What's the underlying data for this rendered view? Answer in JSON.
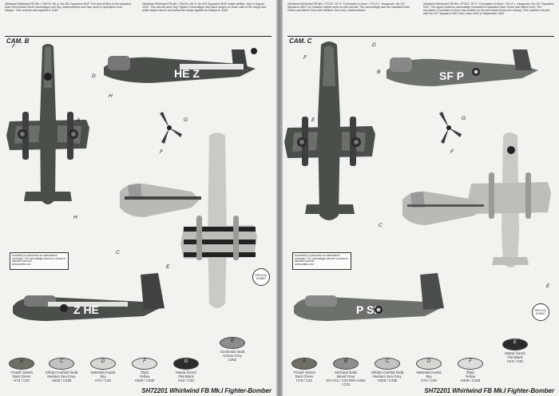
{
  "pages": [
    {
      "camo_label": "CAM. B",
      "desc_left": "Westland Whirlwind FB Mk.I, P6974, HE-Z, No.263 Squadron RAF. The aircraft flew in the standard Dark Green/Dark Earth camouflage with Sky undersurfaces and was used in operations over Dieppe. This scheme was applied in 1942.",
      "desc_right": "Westland Whirlwind FB Mk.I, P6974, HE-Z, No.263 Squadron RAF, Angle airfield, July or August 1942. This aircraft wore Day Fighter Camouflage with black stripes on lower side of the wings and white stripes above and below the wings applied for Dieppe in 1942.",
      "code_top": "HE Z",
      "code_bottom": "Z HE",
      "sku": "SH72201 Whirlwind FB Mk.I Fighter-Bomber",
      "note": "Kamufláž je vyobrazena ve standardním schématu. The camouflage scheme is shown in standard scheme.",
      "url": "www.smkits.com",
      "logo_text": "SPECIAL HOBBY",
      "swatches": [
        {
          "letter": "A",
          "name_cz": "Tmavě zelená",
          "name_en": "Dark Green",
          "code": "H73 / C23",
          "color": "#6e6e66"
        },
        {
          "letter": "B",
          "name_cz": "Oceánská šedá",
          "name_en": "Ocean Grey",
          "code": "C362",
          "color": "#8c8c8c"
        },
        {
          "letter": "C",
          "name_cz": "Střední mořská šedá",
          "name_en": "Medium Sea Grey",
          "code": "H335 / C335",
          "color": "#c2c2c2"
        },
        {
          "letter": "D",
          "name_cz": "Nebeská modrá",
          "name_en": "Sky",
          "code": "H74 / C26",
          "color": "#d7d7d2"
        },
        {
          "letter": "F",
          "name_cz": "Žlutá",
          "name_en": "Yellow",
          "code": "H329 / C329",
          "color": "#dddddd"
        },
        {
          "letter": "G",
          "name_cz": "Matná Černá",
          "name_en": "Flat Black",
          "code": "H12 / C33",
          "color": "#2b2b2b"
        }
      ]
    },
    {
      "camo_label": "CAM. C",
      "desc_left": "Westland Whirlwind FB Mk.I, P7102, SF-P, \"Comrades in Arms\", P/O E.L. Musgrave, No.137 Squadron RAF. No invasion stripes seen on this aircraft. The camouflage was the standard Dark Green and Mixed Grey with Medium Sea Grey undersurfaces.",
      "desc_right": "Westland Whirlwind FB Mk.I, P7102, SF-P, \"Comrades in Arms\", P/O E.L. Musgrave, No.137 Squadron RAF. The upper surfaces camouflage consisted of standard Dark Green and Mixed Grey. The inscription Comrades in Arms was written on the port board below the canopy. This machine served with No.137 Squadron RAF from June 1942 to September 1943.",
      "code_top": "SF P",
      "code_bottom": "P SF",
      "sku": "SH72201 Whirlwind FB Mk.I Fighter-Bomber",
      "note": "Kamufláž je vyobrazena ve standardním schématu. The camouflage scheme is shown in standard scheme.",
      "url": "www.smkits.com",
      "logo_text": "SPECIAL HOBBY",
      "swatches": [
        {
          "letter": "A",
          "name_cz": "Tmavě zelená",
          "name_en": "Dark Green",
          "code": "H73 / C23",
          "color": "#6e6e66"
        },
        {
          "letter": "B",
          "name_cz": "Michaná šedá",
          "name_en": "Mixed Grey",
          "code": "5% H12 / C33  95% H362 / C22",
          "color": "#8e8e8e"
        },
        {
          "letter": "C",
          "name_cz": "Střední mořská šedá",
          "name_en": "Medium Sea Grey",
          "code": "H335 / C335",
          "color": "#c2c2c2"
        },
        {
          "letter": "D",
          "name_cz": "Nebeská modrá",
          "name_en": "Sky",
          "code": "H74 / C26",
          "color": "#d7d7d2"
        },
        {
          "letter": "E",
          "name_cz": "Matná Černá",
          "name_en": "Flat Black",
          "code": "H12 / C33",
          "color": "#2b2b2b"
        },
        {
          "letter": "F",
          "name_cz": "Žlutá",
          "name_en": "Yellow",
          "code": "H329 / C329",
          "color": "#dddddd"
        }
      ]
    }
  ],
  "colors": {
    "paper": "#f2f2ef",
    "dark_green": "#4b4f4a",
    "sea_grey": "#b9b9b6",
    "black": "#202020",
    "white": "#ffffff"
  }
}
